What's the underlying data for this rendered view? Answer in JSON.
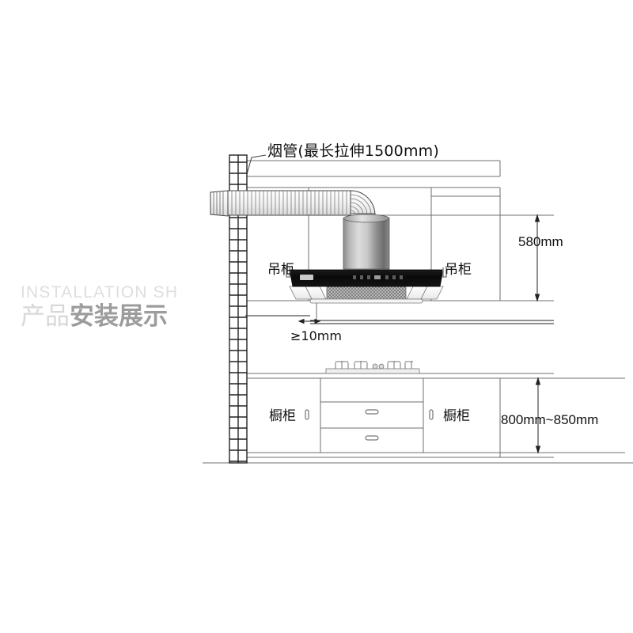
{
  "diagram": {
    "title": "烟管(最长拉伸1500mm)",
    "labels": {
      "hanging_cabinet_left": "吊柜",
      "hanging_cabinet_right": "吊柜",
      "base_cabinet_left": "橱柜",
      "base_cabinet_right": "橱柜"
    },
    "dimensions": {
      "hood_height": "580mm",
      "counter_height": "800mm~850mm",
      "clearance": "≥10mm"
    },
    "watermark": {
      "english": "INSTALLATION SH",
      "chinese_light": "产品",
      "chinese_bold": "安装展示"
    },
    "colors": {
      "line": "#6f6f6f",
      "dark_line": "#222222",
      "hood_panel": "#0b0b0b",
      "chimney_light": "#d8d8d8",
      "chimney_dark": "#6a6a6a",
      "watermark_light": "#d8d8d8",
      "watermark_bold": "#9c9c9c"
    }
  }
}
